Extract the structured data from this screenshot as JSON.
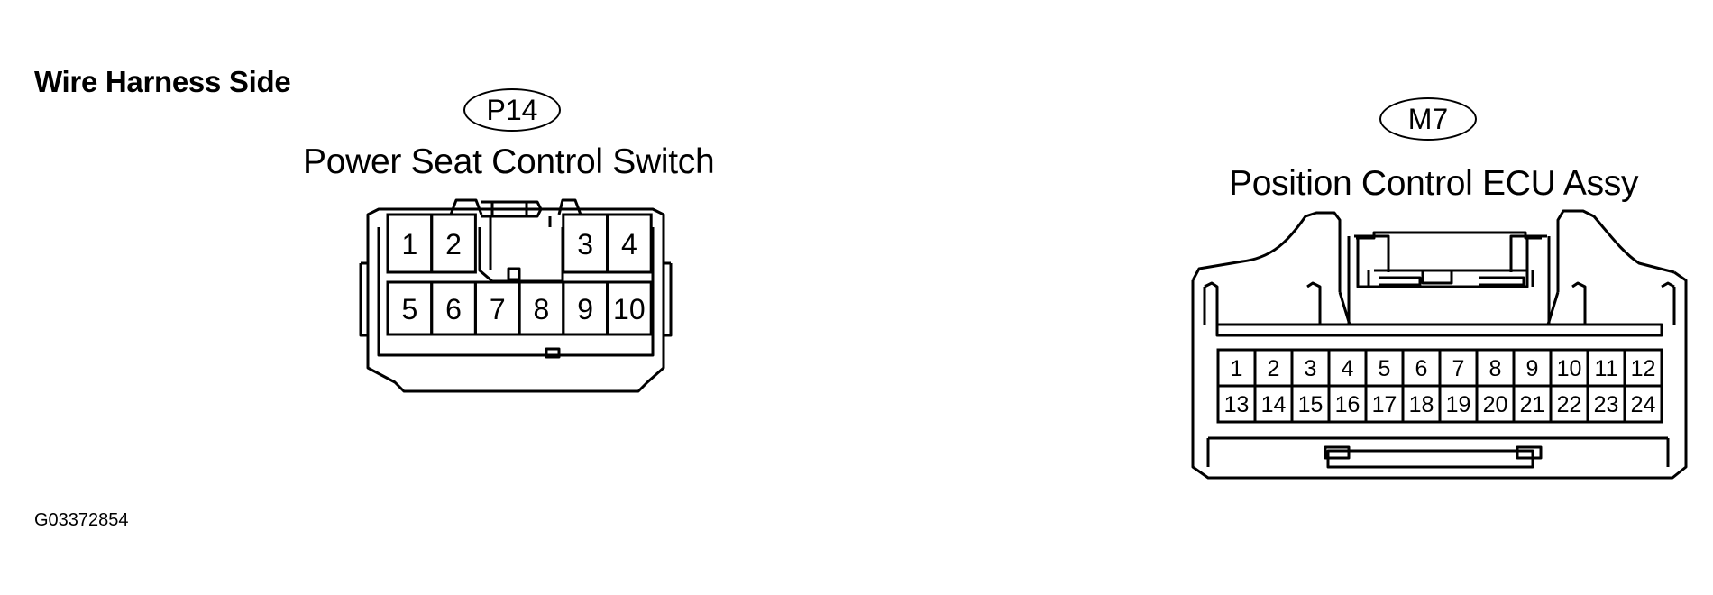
{
  "heading": "Wire Harness Side",
  "figure_id": "G03372854",
  "connectors": [
    {
      "code": "P14",
      "name": "Power Seat Control Switch",
      "pins_top": [
        "1",
        "2",
        "3",
        "4"
      ],
      "pins_bottom": [
        "5",
        "6",
        "7",
        "8",
        "9",
        "10"
      ]
    },
    {
      "code": "M7",
      "name": "Position Control ECU Assy",
      "pins_top": [
        "1",
        "2",
        "3",
        "4",
        "5",
        "6",
        "7",
        "8",
        "9",
        "10",
        "11",
        "12"
      ],
      "pins_bottom": [
        "13",
        "14",
        "15",
        "16",
        "17",
        "18",
        "19",
        "20",
        "21",
        "22",
        "23",
        "24"
      ]
    }
  ]
}
